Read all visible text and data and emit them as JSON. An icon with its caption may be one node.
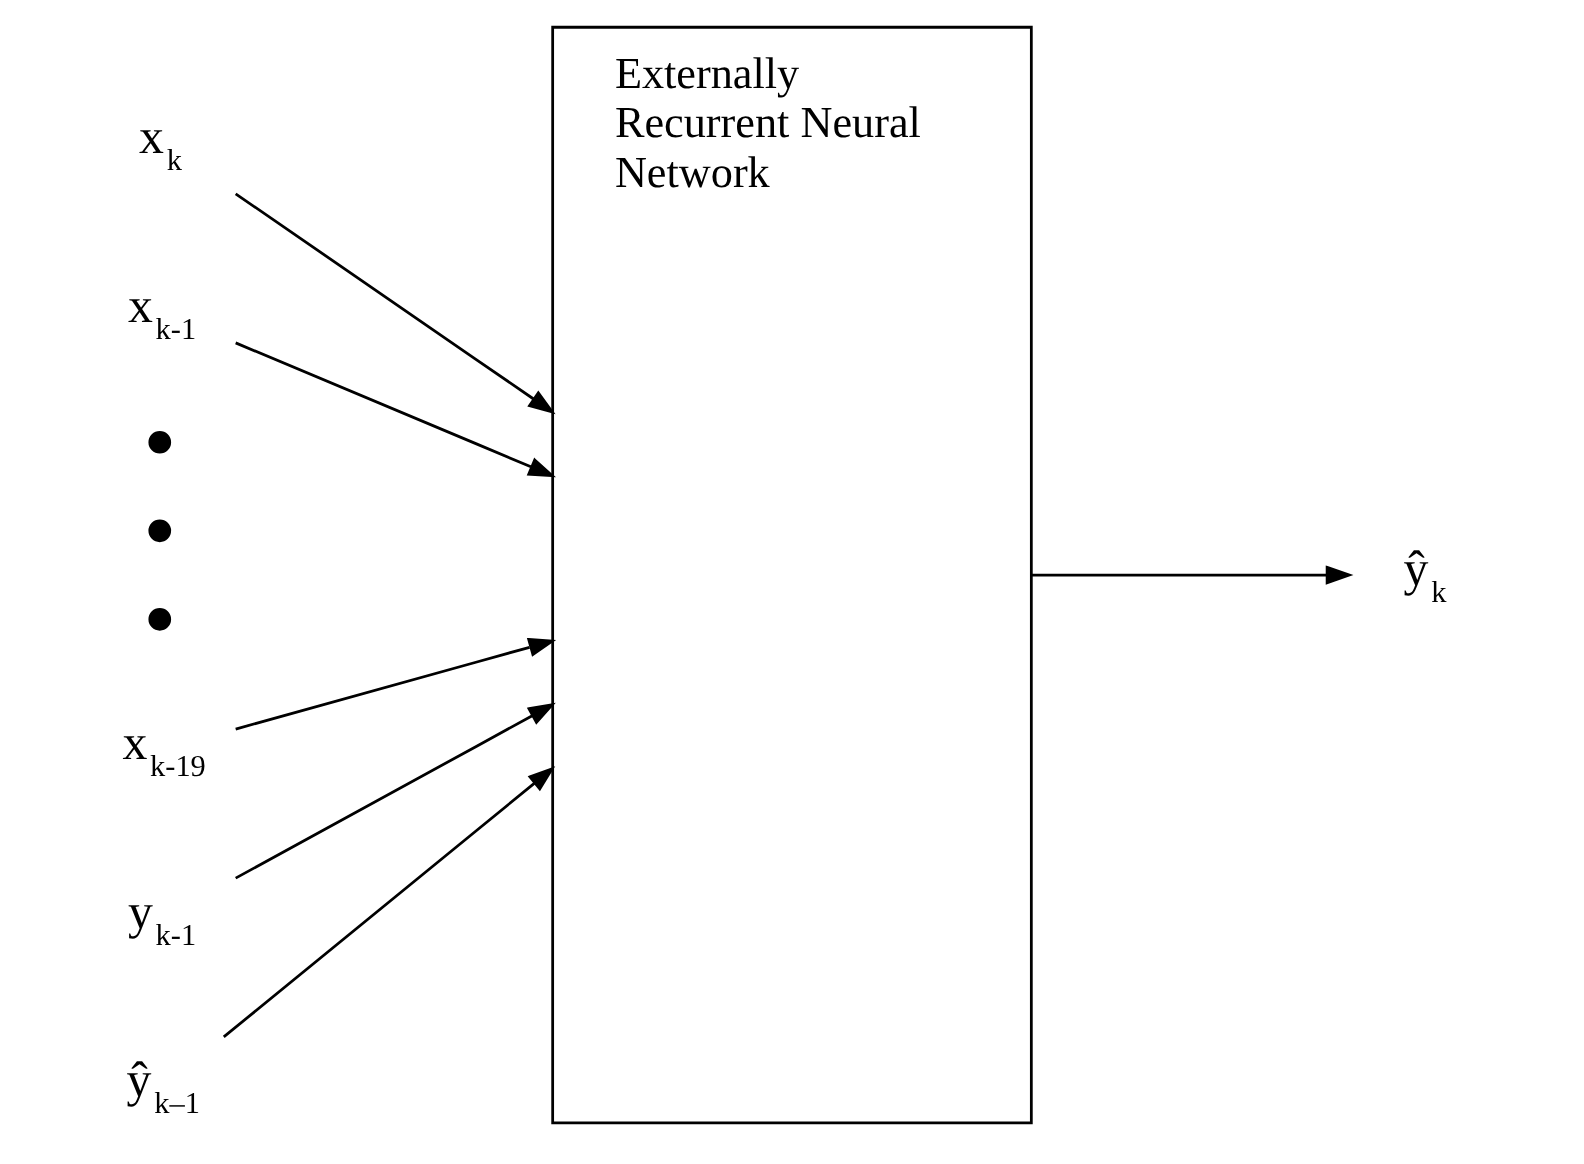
{
  "diagram": {
    "nodes": [
      {
        "text": [
          "Externally Recurrent Neural Network"
        ]
      },
      {
        "text": [
          "x$_{k}$"
        ]
      },
      {
        "text": [
          "x$_{k-1}$"
        ]
      },
      {
        "text": [
          "x$_{k-19}$"
        ]
      },
      {
        "text": [
          "y$_{k-1}$"
        ]
      },
      {
        "text": [
          "ŷ$_{k–1}$"
        ]
      },
      {
        "text": [
          "ŷ$_{k}$"
        ]
      }
    ],
    "edges": [
      {
        "from": 1,
        "to": 0,
        "arrow": "to"
      },
      {
        "from": 2,
        "to": 0,
        "arrow": "to"
      },
      {
        "from": 3,
        "to": 0,
        "arrow": "to"
      },
      {
        "from": 4,
        "to": 0,
        "arrow": "to"
      },
      {
        "from": 5,
        "to": 0,
        "arrow": "to"
      },
      {
        "from": 0,
        "to": 6,
        "arrow": "to"
      }
    ]
  }
}
